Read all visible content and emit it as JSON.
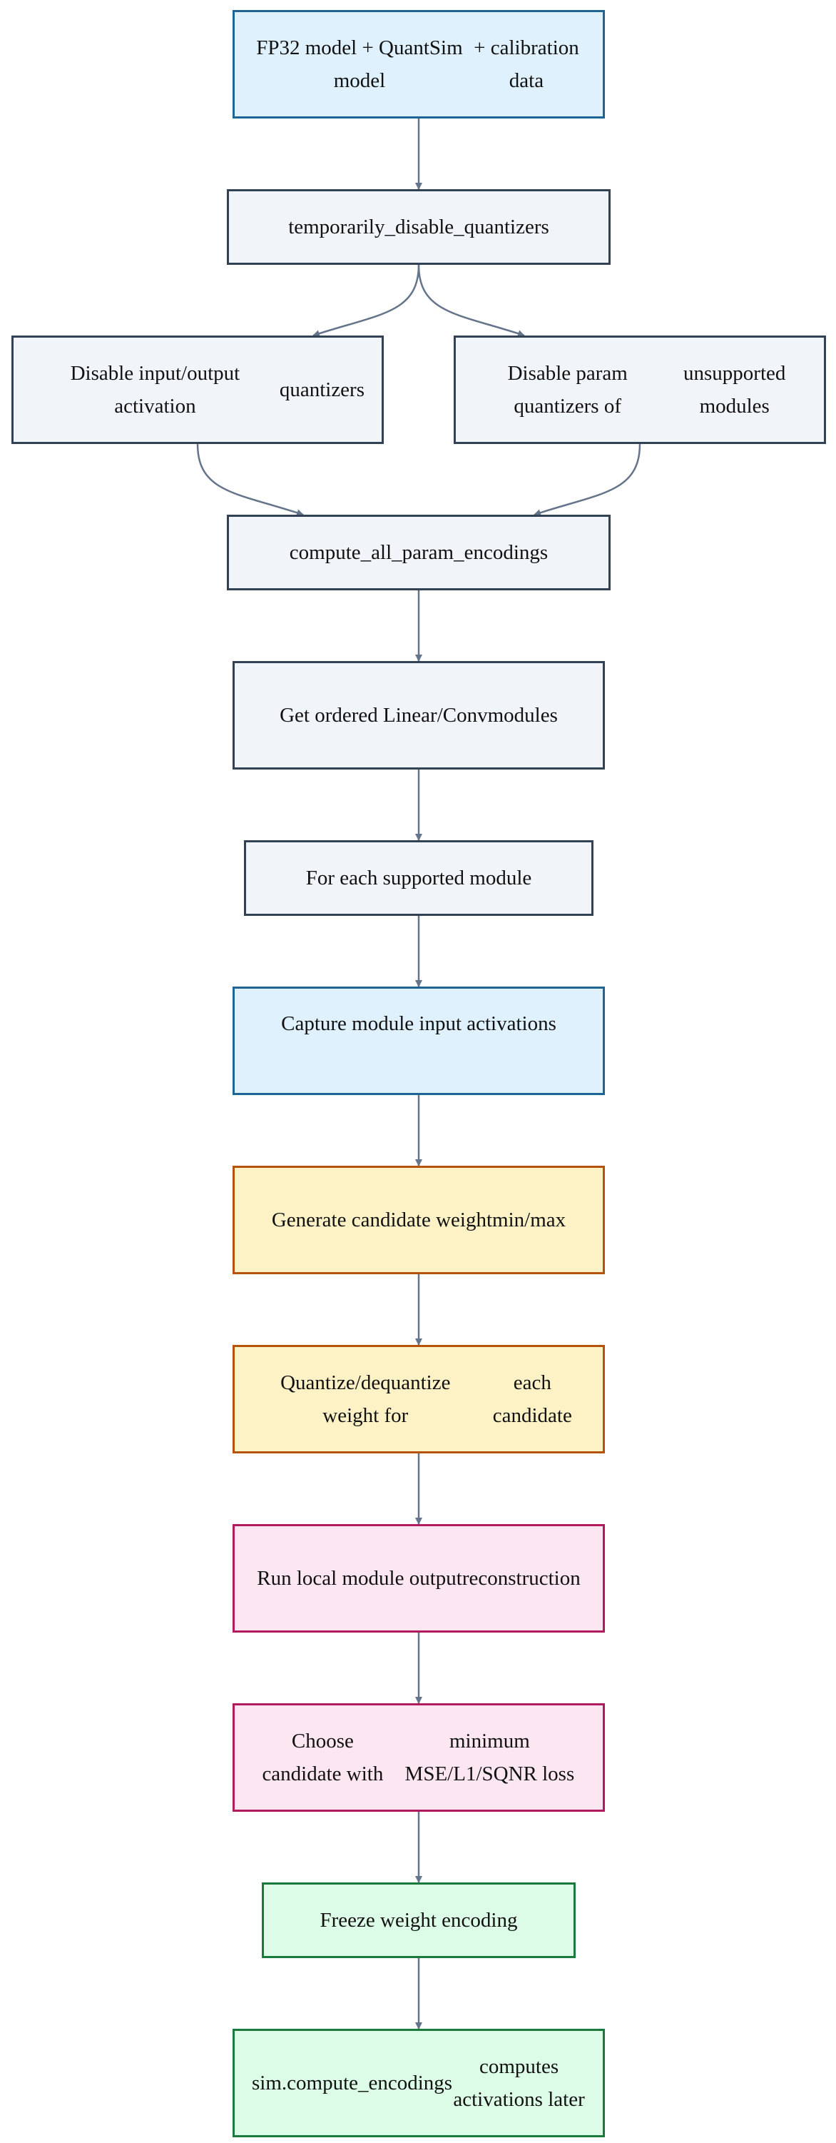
{
  "diagram": {
    "nodes": [
      {
        "id": "n1",
        "style": "blue",
        "lines": [
          "FP32 model + QuantSim model",
          "+ calibration data"
        ]
      },
      {
        "id": "n2",
        "style": "gray",
        "lines": [
          "temporarily_disable_quantizers"
        ]
      },
      {
        "id": "n3",
        "style": "gray",
        "lines": [
          "Disable input/output activation",
          "quantizers"
        ]
      },
      {
        "id": "n4",
        "style": "gray",
        "lines": [
          "Disable param quantizers of",
          "unsupported modules"
        ]
      },
      {
        "id": "n5",
        "style": "gray",
        "lines": [
          "compute_all_param_encodings"
        ]
      },
      {
        "id": "n6",
        "style": "gray",
        "lines": [
          "Get ordered Linear/Conv",
          "modules"
        ]
      },
      {
        "id": "n7",
        "style": "gray",
        "lines": [
          "For each supported module"
        ]
      },
      {
        "id": "n8",
        "style": "blue",
        "lines": [
          "Capture module input activations"
        ]
      },
      {
        "id": "n9",
        "style": "orange",
        "lines": [
          "Generate candidate weight",
          "min/max"
        ]
      },
      {
        "id": "n10",
        "style": "orange",
        "lines": [
          "Quantize/dequantize weight for",
          "each candidate"
        ]
      },
      {
        "id": "n11",
        "style": "pink",
        "lines": [
          "Run local module output",
          "reconstruction"
        ]
      },
      {
        "id": "n12",
        "style": "pink",
        "lines": [
          "Choose candidate with",
          "minimum MSE/L1/SQNR loss"
        ]
      },
      {
        "id": "n13",
        "style": "green",
        "lines": [
          "Freeze weight encoding"
        ]
      },
      {
        "id": "n14",
        "style": "green",
        "lines": [
          "sim.compute_encodings",
          "computes activations later"
        ]
      }
    ],
    "edges": [
      {
        "from": "n1",
        "to": "n2"
      },
      {
        "from": "n2",
        "to": "n3"
      },
      {
        "from": "n2",
        "to": "n4"
      },
      {
        "from": "n3",
        "to": "n5"
      },
      {
        "from": "n4",
        "to": "n5"
      },
      {
        "from": "n5",
        "to": "n6"
      },
      {
        "from": "n6",
        "to": "n7"
      },
      {
        "from": "n7",
        "to": "n8"
      },
      {
        "from": "n8",
        "to": "n9"
      },
      {
        "from": "n9",
        "to": "n10"
      },
      {
        "from": "n10",
        "to": "n11"
      },
      {
        "from": "n11",
        "to": "n12"
      },
      {
        "from": "n12",
        "to": "n13"
      },
      {
        "from": "n13",
        "to": "n14"
      }
    ],
    "colors": {
      "edge": "#64748b",
      "blue_fill": "#dff1fc",
      "blue_border": "#1d6595",
      "gray_fill": "#f1f5f9",
      "gray_border": "#334155",
      "orange_fill": "#fdf2c6",
      "orange_border": "#b45309",
      "pink_fill": "#fce6f2",
      "pink_border": "#b21a5e",
      "green_fill": "#dcfce7",
      "green_border": "#1a7a3c"
    }
  }
}
